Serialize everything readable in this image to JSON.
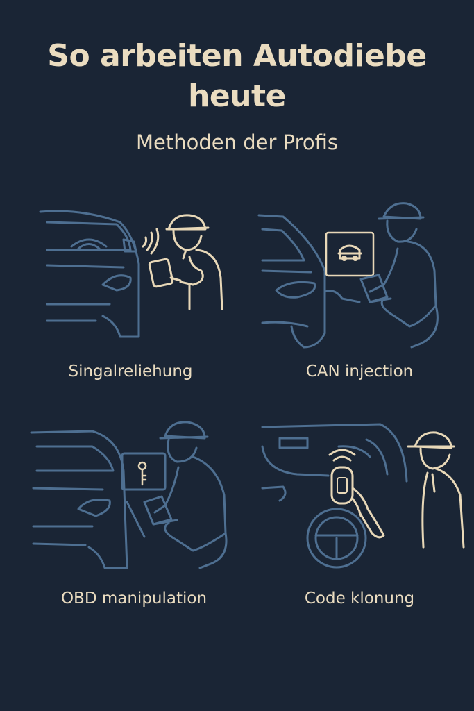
{
  "header": {
    "title": "So arbeiten Autodiebe heute",
    "subtitle": "Methoden der Profis"
  },
  "panels": [
    {
      "label": "Singalreliehung",
      "icons": [
        "car-side-icon",
        "wireless-signal-icon",
        "tablet-icon",
        "person-with-cap-icon"
      ]
    },
    {
      "label": "CAN injection",
      "icons": [
        "car-side-icon",
        "car-symbol-icon",
        "laptop-icon",
        "crouching-person-icon"
      ]
    },
    {
      "label": "OBD manipulation",
      "icons": [
        "car-side-icon",
        "key-icon",
        "laptop-icon",
        "crouching-person-icon"
      ]
    },
    {
      "label": "Code klonung",
      "icons": [
        "car-interior-icon",
        "steering-wheel-icon",
        "key-fob-icon",
        "wireless-signal-icon",
        "person-with-cap-icon"
      ]
    }
  ],
  "colors": {
    "background": "#1a2535",
    "text": "#eadcc0",
    "line_blue": "#4e6f91",
    "line_cream": "#e8d8b8"
  }
}
